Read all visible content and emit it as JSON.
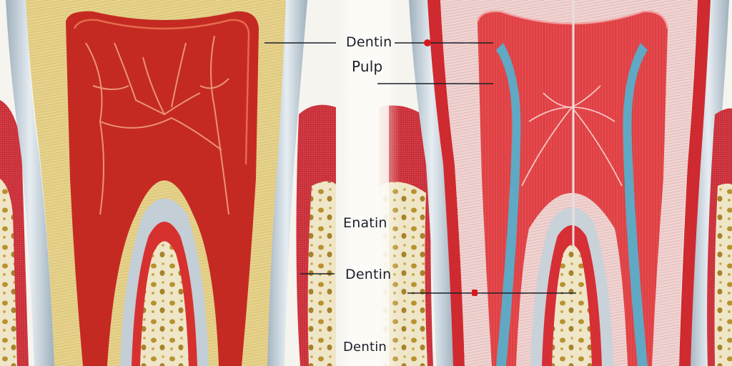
{
  "figure": {
    "subject": "Tooth cross-section anatomy illustration",
    "panels": [
      "left-tooth-section",
      "right-tooth-section"
    ]
  },
  "labels": {
    "dentin_top": "Dentin",
    "pulp": "Pulp",
    "enatin": "Enatin",
    "dentin_mid": "Dentin",
    "dentin_bottom": "Dentin"
  },
  "colors": {
    "background": "#f4f1ea",
    "dentin_yellow": "#e3cf86",
    "pulp_red": "#c8261e",
    "enamel_gray_blue": "#b9c6d0",
    "gum_red": "#c9303a",
    "bone": "#efe6c8",
    "bone_holes": "#b8922e",
    "right_dentin_pink": "#ecc9c8",
    "right_pulp_red": "#e0474c",
    "nerve_blue": "#5fa9c4",
    "leader_line": "#1b1f2a",
    "marker_dot": "#d8161b"
  }
}
